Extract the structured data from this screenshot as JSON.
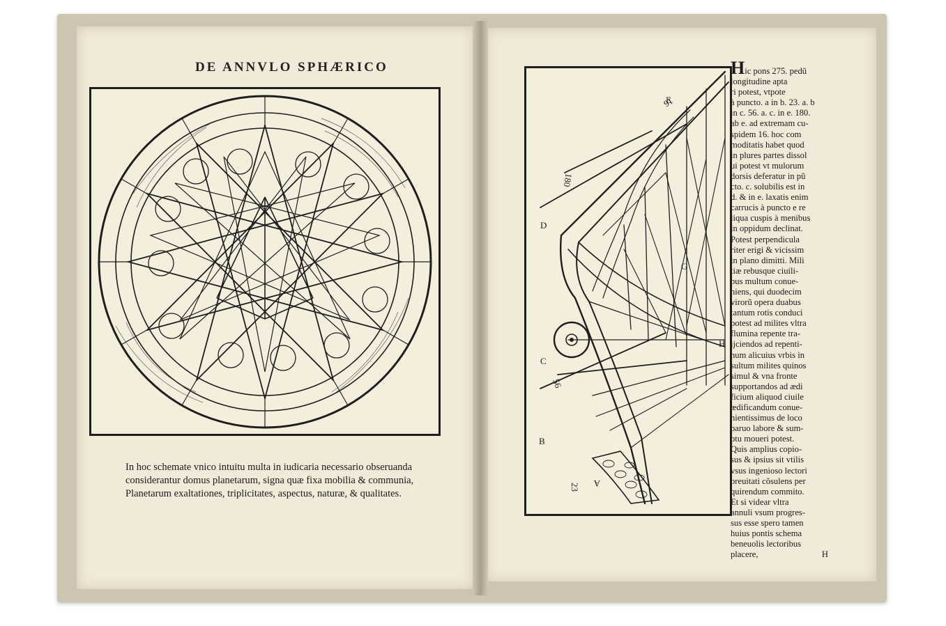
{
  "left_page": {
    "header": "DE ANNVLO SPHÆRICO",
    "caption_lines": [
      "In hoc schemate vnico intuitu multa in iudicaria necessario obseruanda",
      "considerantur domus planetarum, signa quæ fixa mobilia & communia,",
      "Planetarum exaltationes, triplicitates, aspectus, naturæ, & qualitates."
    ]
  },
  "right_page": {
    "text_lines": [
      "Hic pons 275. pedũ",
      "longitudine apta",
      "ri potest, vtpote",
      "à puncto. a in b. 23. a. b",
      "in c. 56. a. c. in e. 180.",
      "ab e. ad extremam cu-",
      "spidem 16. hoc com",
      "moditatis habet quod",
      "in plures partes dissol",
      "ui potest vt mulorum",
      "dorsis deferatur in pũ",
      "cto. c. solubilis est in",
      "d. & in e. laxatis enim",
      "carrucis à puncto e re",
      "liqua cuspis à menibus",
      "in oppidum declinat.",
      "Potest perpendicula",
      "riter erigi & vicissim",
      "in plano dimitti. Mili",
      "tiæ rebusque ciuili-",
      "bus multum conue-",
      "niens, qui duodecim",
      "virorũ opera duabus",
      "tantum rotis conduci",
      "potest ad milites vltra",
      "flumina repente tra-",
      "ijciendos ad repenti-",
      "num alicuius vrbis in",
      "sultum milites quinos",
      "simul & vna fronte",
      "supportandos ad ædi",
      "ficium aliquod ciuile",
      "ædificandum conue-",
      "nientissimus de loco",
      "paruo labore & sum-",
      "ptu moueri potest.",
      "Quis amplius copio-",
      "sus & ipsius sit vtilis",
      "vsus ingenioso lectori",
      "breuitati cõsulens per",
      "quirendum commito.",
      "Et si videar vltra",
      "annuli vsum progres-",
      "sus esse spero tamen",
      "huius pontis schema",
      "beneuolis lectoribus",
      "placere,"
    ],
    "signature": "H",
    "figure_labels": {
      "top_number": "16",
      "mid_number": "180",
      "lower_number": "56",
      "bottom_number": "23",
      "letter_a": "A",
      "letter_b": "B",
      "letter_c": "C",
      "letter_d": "D",
      "letter_e": "E",
      "letter_g": "G",
      "letter_h": "H"
    }
  },
  "colors": {
    "paper": "#f1ead8",
    "cover": "#cdc4b2",
    "ink": "#1e1e1e"
  }
}
